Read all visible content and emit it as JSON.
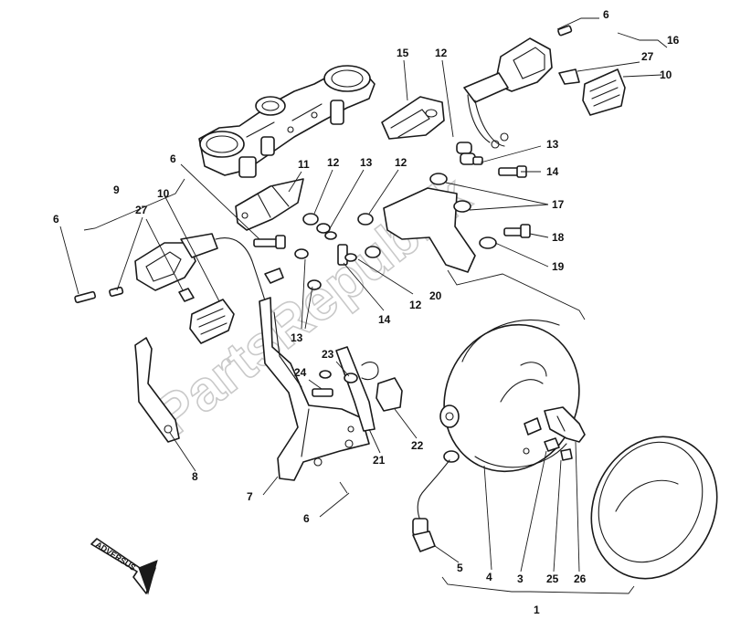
{
  "watermark": "PartsRepublik",
  "brand_mark": "ADVERSUS",
  "callouts": {
    "c1": "1",
    "c3": "3",
    "c4": "4",
    "c5": "5",
    "c6_top": "6",
    "c6_left": "6",
    "c6_mid": "6",
    "c6_bottom": "6",
    "c7": "7",
    "c8": "8",
    "c9": "9",
    "c10_left": "10",
    "c10_right": "10",
    "c11": "11",
    "c12_top": "12",
    "c12_a": "12",
    "c12_b": "12",
    "c12_c": "12",
    "c13_top": "13",
    "c13_a": "13",
    "c13_b": "13",
    "c14_top": "14",
    "c14_b": "14",
    "c15": "15",
    "c16": "16",
    "c17": "17",
    "c18": "18",
    "c19": "19",
    "c20": "20",
    "c21": "21",
    "c22": "22",
    "c23": "23",
    "c24": "24",
    "c25": "25",
    "c26": "26",
    "c27_left": "27",
    "c27_right": "27"
  }
}
